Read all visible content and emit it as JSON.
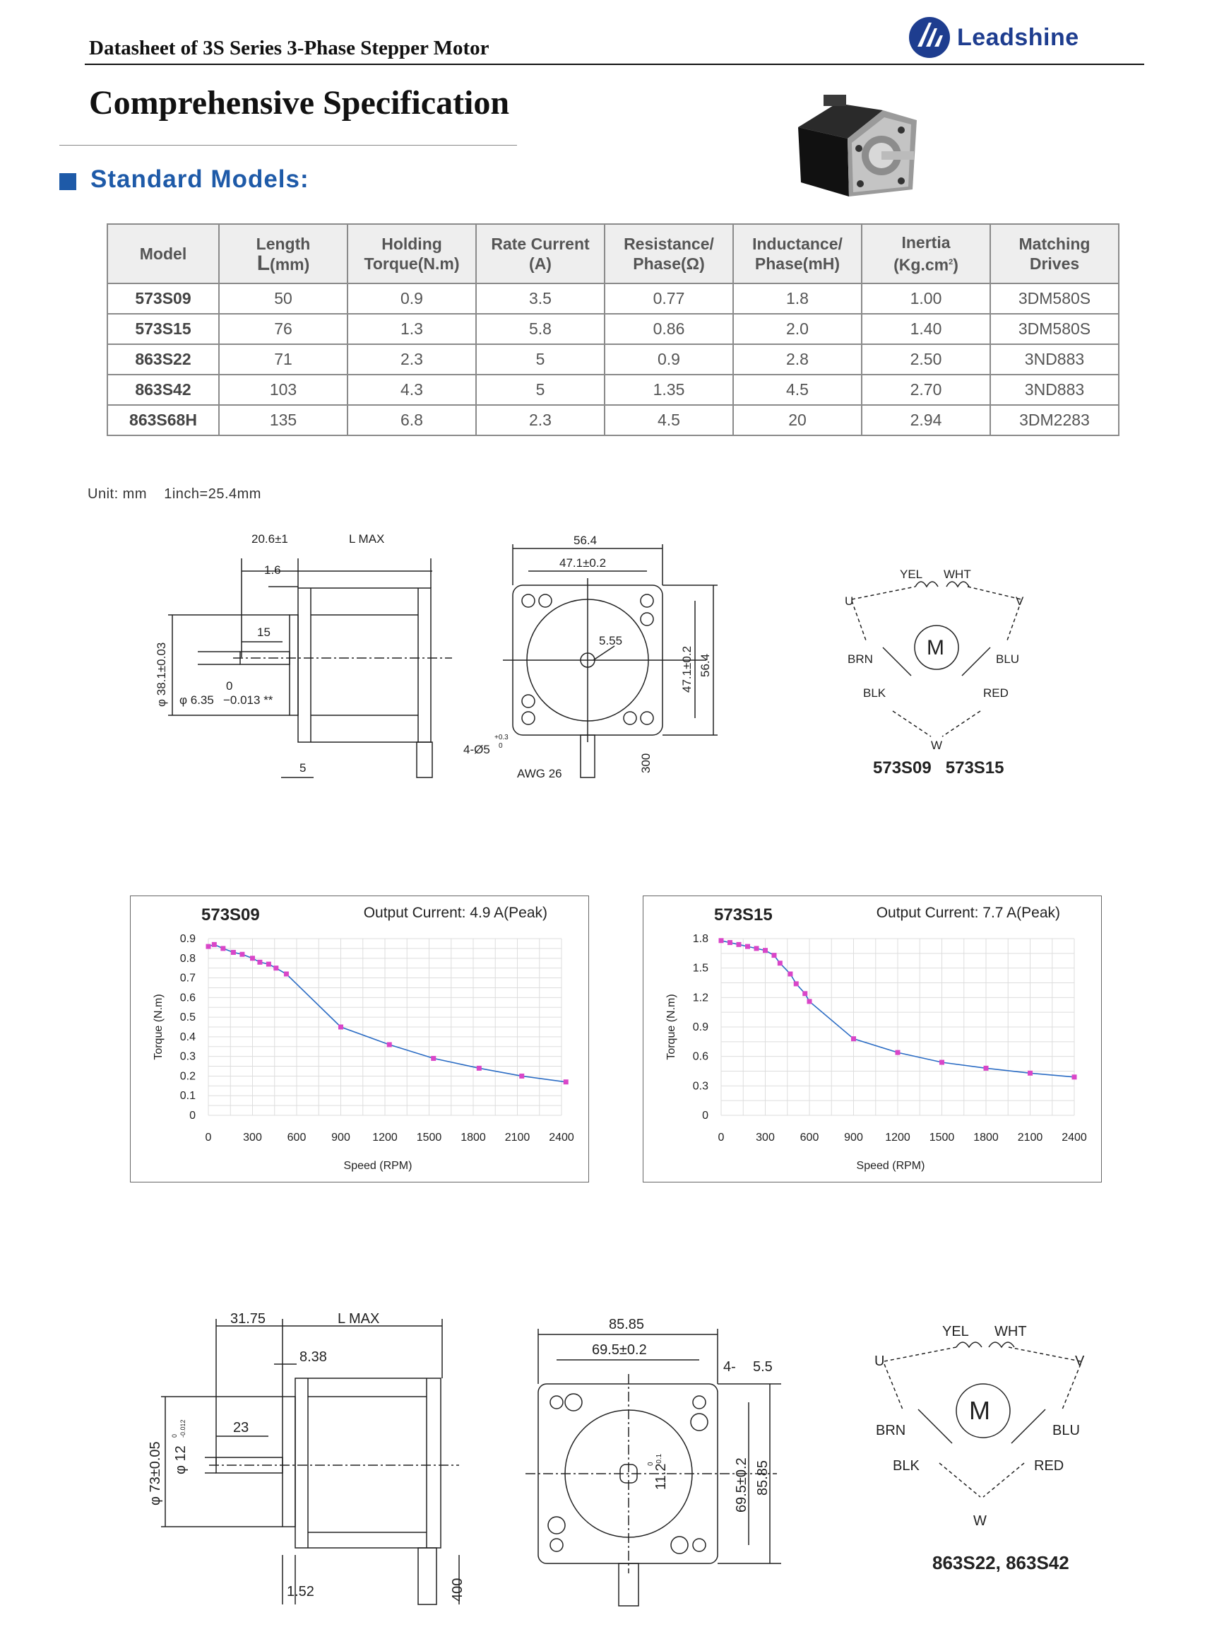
{
  "header": {
    "doc_title": "Datasheet of 3S Series 3-Phase Stepper Motor",
    "logo_text": "Leadshine",
    "logo_icon": "leadshine-logo-icon"
  },
  "page_title": "Comprehensive Specification",
  "section": {
    "title": "Standard Models:"
  },
  "colors": {
    "accent": "#1e5aa8",
    "logo": "#1e3d8f",
    "curve": "#2b6cc4",
    "marker": "#d946c8"
  },
  "spec_table": {
    "headers": {
      "model": "Model",
      "length_1": "Length",
      "length_2a": "L",
      "length_2b": "(mm)",
      "torque_1": "Holding",
      "torque_2": "Torque(N.m)",
      "current_1": "Rate Current",
      "current_2": "(A)",
      "resistance_1": "Resistance/",
      "resistance_2": "Phase(Ω)",
      "inductance_1": "Inductance/",
      "inductance_2": "Phase(mH)",
      "inertia_1": "Inertia",
      "inertia_2a": "(Kg",
      "inertia_2b": ".",
      "inertia_2c": "cm",
      "inertia_2d": "2",
      "inertia_2e": ")",
      "drives_1": "Matching",
      "drives_2": "Drives"
    },
    "rows": [
      [
        "573S09",
        "50",
        "0.9",
        "3.5",
        "0.77",
        "1.8",
        "1.00",
        "3DM580S"
      ],
      [
        "573S15",
        "76",
        "1.3",
        "5.8",
        "0.86",
        "2.0",
        "1.40",
        "3DM580S"
      ],
      [
        "863S22",
        "71",
        "2.3",
        "5",
        "0.9",
        "2.8",
        "2.50",
        "3ND883"
      ],
      [
        "863S42",
        "103",
        "4.3",
        "5",
        "1.35",
        "4.5",
        "2.70",
        "3ND883"
      ],
      [
        "863S68H",
        "135",
        "6.8",
        "2.3",
        "4.5",
        "20",
        "2.94",
        "3DM2283"
      ]
    ]
  },
  "unit_note": "Unit: mm    1inch=25.4mm",
  "drawing_57": {
    "side": {
      "d1": "20.6±1",
      "d2": "L MAX",
      "d3": "1.6",
      "d4": "15",
      "d5a": "0",
      "d5b": "−0.013 **",
      "d5c": "φ 6.35",
      "d6": "φ 38.1±0.03",
      "d7": "5"
    },
    "front": {
      "d1": "56.4",
      "d2": "47.1±0.2",
      "d3": "5.55",
      "d4": "47.1±0.2",
      "d5": "56.4",
      "d6": "4-Ø5",
      "d6a": "+0.3",
      "d6b": "0",
      "d7": "AWG 26",
      "d8": "300"
    },
    "wiring": {
      "yel": "YEL",
      "wht": "WHT",
      "u": "U",
      "v": "V",
      "m": "M",
      "brn": "BRN",
      "blu": "BLU",
      "blk": "BLK",
      "red": "RED",
      "w": "W",
      "caption": "573S09   573S15"
    }
  },
  "drawing_86": {
    "side": {
      "d1": "31.75",
      "d2": "L MAX",
      "d3": "8.38",
      "d4": "23",
      "d5": "φ 12",
      "d5a": "0",
      "d5b": "-0.012",
      "d6": "φ 73±0.05",
      "d7": "1.52",
      "d8": "400"
    },
    "front": {
      "d1": "85.85",
      "d2": "69.5±0.2",
      "d3": "4-",
      "d3b": "5.5",
      "d4": "11.2",
      "d4a": "0",
      "d4b": "-0.1",
      "d5": "69.5±0.2",
      "d6": "85.85"
    },
    "wiring": {
      "yel": "YEL",
      "wht": "WHT",
      "u": "U",
      "v": "V",
      "m": "M",
      "brn": "BRN",
      "blu": "BLU",
      "blk": "BLK",
      "red": "RED",
      "w": "W",
      "caption": "863S22, 863S42"
    }
  },
  "chart_data": [
    {
      "type": "line",
      "title": "573S09",
      "subtitle": "Output Current: 4.9 A(Peak)",
      "xlabel": "Speed (RPM)",
      "ylabel": "Torque (N.m)",
      "xlim": [
        0,
        2400
      ],
      "ylim": [
        0,
        0.9
      ],
      "x_ticks": [
        "0",
        "300",
        "600",
        "900",
        "1200",
        "1500",
        "1800",
        "2100",
        "2400"
      ],
      "y_ticks": [
        "0.9",
        "0.8",
        "0.7",
        "0.6",
        "0.5",
        "0.4",
        "0.3",
        "0.2",
        "0.1",
        "0"
      ],
      "grid": true,
      "x": [
        0,
        40,
        100,
        170,
        230,
        300,
        350,
        410,
        460,
        530,
        900,
        1230,
        1530,
        1840,
        2130,
        2430
      ],
      "y": [
        0.86,
        0.87,
        0.85,
        0.83,
        0.82,
        0.8,
        0.78,
        0.77,
        0.75,
        0.72,
        0.45,
        0.36,
        0.29,
        0.24,
        0.2,
        0.17
      ]
    },
    {
      "type": "line",
      "title": "573S15",
      "subtitle": "Output Current: 7.7 A(Peak)",
      "xlabel": "Speed (RPM)",
      "ylabel": "Torque (N.m)",
      "xlim": [
        0,
        2400
      ],
      "ylim": [
        0,
        1.8
      ],
      "x_ticks": [
        "0",
        "300",
        "600",
        "900",
        "1200",
        "1500",
        "1800",
        "2100",
        "2400"
      ],
      "y_ticks": [
        "1.8",
        "1.5",
        "1.2",
        "0.9",
        "0.6",
        "0.3",
        "0"
      ],
      "grid": true,
      "x": [
        0,
        60,
        120,
        180,
        240,
        300,
        360,
        400,
        470,
        510,
        570,
        600,
        900,
        1200,
        1500,
        1800,
        2100,
        2400
      ],
      "y": [
        1.78,
        1.76,
        1.74,
        1.72,
        1.7,
        1.68,
        1.63,
        1.55,
        1.44,
        1.34,
        1.24,
        1.16,
        0.78,
        0.64,
        0.54,
        0.48,
        0.43,
        0.39
      ]
    }
  ]
}
